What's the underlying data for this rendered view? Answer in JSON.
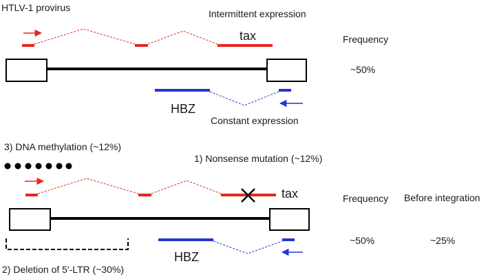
{
  "top": {
    "title": "HTLV-1 provirus",
    "tax_expression": "Intermittent expression",
    "tax_label": "tax",
    "hbz_label": "HBZ",
    "hbz_expression": "Constant expression",
    "frequency_header": "Frequency",
    "frequency_value": "~50%"
  },
  "bottom": {
    "dna_methylation": "3) DNA methylation (~12%)",
    "nonsense_mutation": "1) Nonsense mutation (~12%)",
    "tax_label": "tax",
    "hbz_label": "HBZ",
    "frequency_header": "Frequency",
    "before_integration_header": "Before integration",
    "frequency_value": "~50%",
    "before_integration_value": "~25%",
    "ltr_deletion": "2) Deletion of 5′-LTR (~30%)"
  },
  "colors": {
    "tax": "#e8251e",
    "hbz": "#2433d6",
    "genome": "#000000"
  }
}
